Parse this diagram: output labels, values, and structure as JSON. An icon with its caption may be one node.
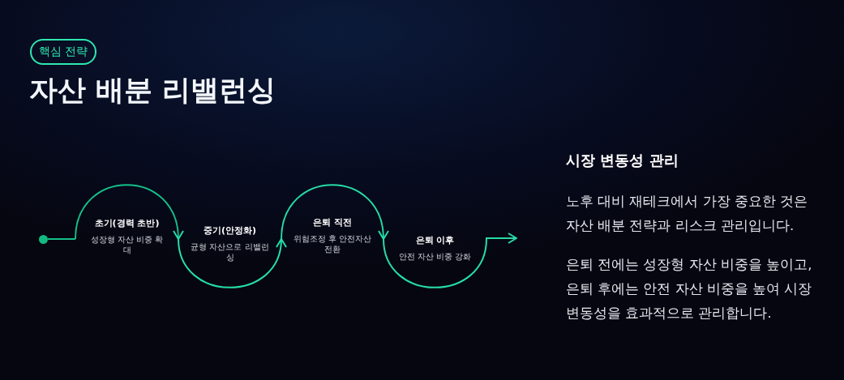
{
  "diagram": {
    "title": "자산 배분 리밸런싱",
    "nodes": [
      {
        "text": [
          "핵심 전략"
        ]
      },
      {
        "text": [],
        "shape": "circle"
      },
      {
        "text": [
          "초기(경력 초반)",
          "성장형 자산 비중 확대"
        ]
      },
      {
        "text": [
          "중기(안정화)",
          "균형 자산으로 리밸런싱"
        ]
      },
      {
        "text": [
          "은퇴 직전",
          "위험조정 후 안전자산 전환"
        ]
      },
      {
        "text": [
          "은퇴 이후",
          "안전 자산 비중 강화"
        ]
      }
    ],
    "edges": [
      {
        "from": 1,
        "to": 2,
        "arrow": "none"
      },
      {
        "from": 2,
        "to": 3,
        "arrow": "to"
      },
      {
        "from": 3,
        "to": 4,
        "arrow": "to"
      },
      {
        "from": 4,
        "to": 5,
        "arrow": "to"
      },
      {
        "from": 5,
        "to": null,
        "arrow": "to"
      }
    ],
    "labels": [
      "시장 변동성 관리",
      "노후 대비 재테크에서 가장 중요한 것은 자산 배분 전략과 리스크 관리입니다.",
      "은퇴 전에는 성장형 자산 비중을 높이고, 은퇴 후에는 안전 자산 비중을 높여 시장 변동성을 효과적으로 관리합니다."
    ]
  }
}
